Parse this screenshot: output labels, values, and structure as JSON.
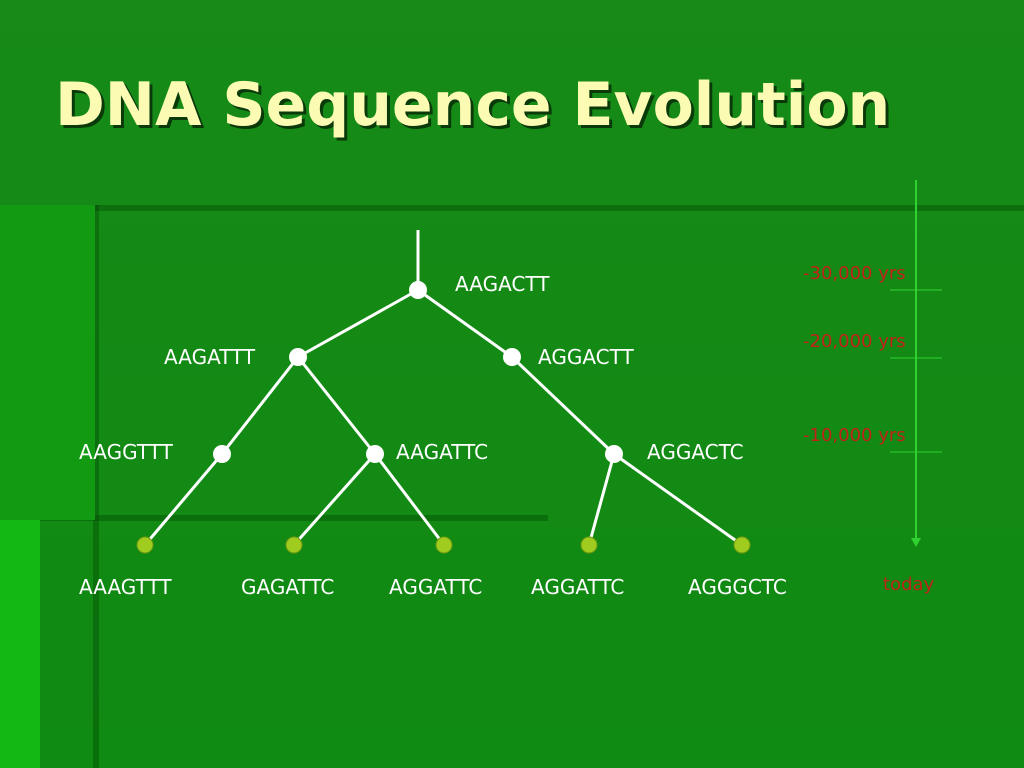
{
  "slide": {
    "title": "DNA Sequence Evolution",
    "colors": {
      "background": "#128a14",
      "title": "#fbfbb4",
      "line": "#ffffff",
      "internal_node": "#ffffff",
      "leaf_node": "#9fcc1e",
      "time_text": "#c0221a",
      "time_arrow": "#2fd02f"
    }
  },
  "tree": {
    "root": {
      "sequence": "AAGACTT"
    },
    "level2": [
      {
        "sequence": "AAGATTT"
      },
      {
        "sequence": "AGGACTT"
      }
    ],
    "level3": [
      {
        "sequence": "AAGGTTT"
      },
      {
        "sequence": "AAGATTC"
      },
      {
        "sequence": "AGGACTC"
      }
    ],
    "leaves": [
      {
        "sequence": "AAAGTTT"
      },
      {
        "sequence": "GAGATTC"
      },
      {
        "sequence": "AGGATTC"
      },
      {
        "sequence": "AGGATTC"
      },
      {
        "sequence": "AGGGCTC"
      }
    ]
  },
  "timeline": {
    "marks": [
      "-30,000 yrs",
      "-20,000 yrs",
      "-10,000 yrs"
    ],
    "end_label": "today"
  }
}
